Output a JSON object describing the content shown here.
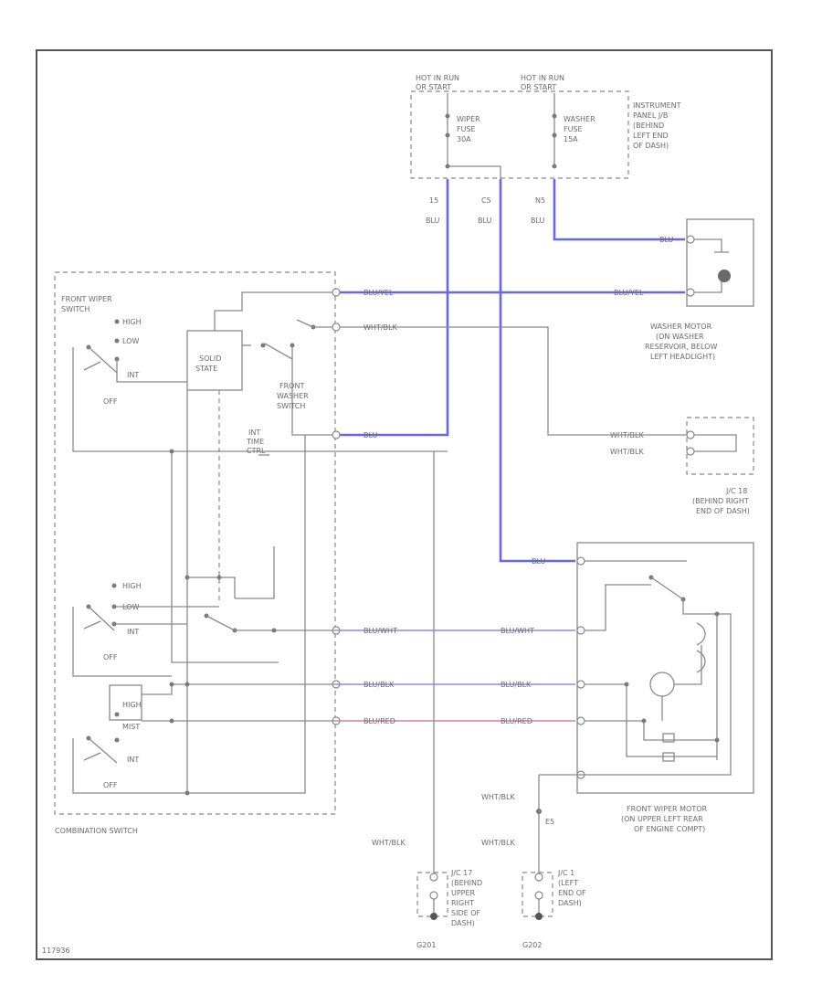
{
  "labels": {
    "hot1": [
      "HOT IN RUN",
      "OR START"
    ],
    "hot2": [
      "HOT IN RUN",
      "OR START"
    ],
    "wiper_fuse": [
      "WIPER",
      "FUSE",
      "30A"
    ],
    "washer_fuse": [
      "WASHER",
      "FUSE",
      "15A"
    ],
    "inst_panel": [
      "INSTRUMENT",
      "PANEL J/B",
      "(BEHIND",
      "LEFT END",
      "OF DASH)"
    ],
    "pin1": "15",
    "pin2": "C5",
    "pin3": "N5",
    "blu1": "BLU",
    "blu2": "BLU",
    "blu3": "BLU",
    "front_wiper_switch": [
      "FRONT WIPER",
      "SWITCH"
    ],
    "solid_state": [
      "SOLID",
      "STATE"
    ],
    "front_washer_switch": [
      "FRONT",
      "WASHER",
      "SWITCH"
    ],
    "int_time_ctrl": [
      "INT",
      "TIME",
      "CTRL"
    ],
    "washer_motor": [
      "WASHER MOTOR",
      "(ON WASHER",
      "RESERVOIR, BELOW",
      "LEFT HEADLIGHT)"
    ],
    "jc18": [
      "J/C 18",
      "(BEHIND RIGHT",
      "END OF DASH)"
    ],
    "front_wiper_motor": [
      "FRONT WIPER MOTOR",
      "(ON UPPER LEFT REAR",
      "OF ENGINE COMPT)"
    ],
    "combination_switch": "COMBINATION SWITCH",
    "jc17": [
      "J/C 17",
      "(BEHIND",
      "UPPER",
      "RIGHT",
      "SIDE OF",
      "DASH)"
    ],
    "jc1": [
      "J/C 1",
      "(LEFT",
      "END OF",
      "DASH)"
    ],
    "g201": "G201",
    "g202": "G202",
    "e5": "E5",
    "sw_high": "HIGH",
    "sw_low": "LOW",
    "sw_int": "INT",
    "sw_off": "OFF",
    "sw_mist": "MIST",
    "blu_yel_1": "BLU/YEL",
    "blu_yel_2": "BLU/YEL",
    "wht_blk_1": "WHT/BLK",
    "wht_blk_2": "WHT/BLK",
    "wht_blk_3": "WHT/BLK",
    "blu_1": "BLU",
    "blu_2": "BLU",
    "blu_wht_1": "BLU/WHT",
    "blu_wht_2": "BLU/WHT",
    "blu_blk_1": "BLU/BLK",
    "blu_blk_2": "BLU/BLK",
    "blu_red_1": "BLU/RED",
    "blu_red_2": "BLU/RED",
    "wht_blk_4": "WHT/BLK",
    "wht_blk_5": "WHT/BLK",
    "wht_blk_6": "WHT/BLK",
    "figure_id": "117936"
  },
  "colors": {
    "wire_blue": "#6666ee",
    "wire_blue_light": "#8a8af0",
    "wire_blue_red": "#d07fb0",
    "wire_gray": "#8a8a8a"
  }
}
